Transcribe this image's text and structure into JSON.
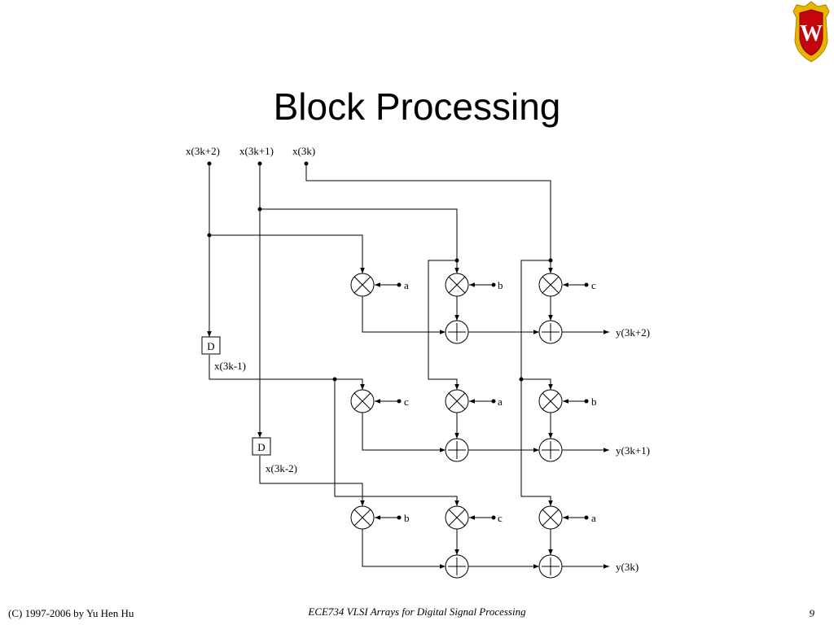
{
  "slide": {
    "title": "Block Processing",
    "footer_left": "(C) 1997-2006 by Yu Hen Hu",
    "footer_center": "ECE734 VLSI Arrays for Digital Signal Processing",
    "footer_right": "9"
  },
  "logo": {
    "letter": "W",
    "shield_color": "#c5050c",
    "border_color": "#e8b400"
  },
  "diagram": {
    "inputs": [
      "x(3k+2)",
      "x(3k+1)",
      "x(3k)"
    ],
    "delays": [
      {
        "label": "D",
        "output": "x(3k-1)"
      },
      {
        "label": "D",
        "output": "x(3k-2)"
      }
    ],
    "coefficients": {
      "row1": [
        "a",
        "b",
        "c"
      ],
      "row2": [
        "c",
        "a",
        "b"
      ],
      "row3": [
        "b",
        "c",
        "a"
      ]
    },
    "outputs": [
      "y(3k+2)",
      "y(3k+1)",
      "y(3k)"
    ]
  }
}
